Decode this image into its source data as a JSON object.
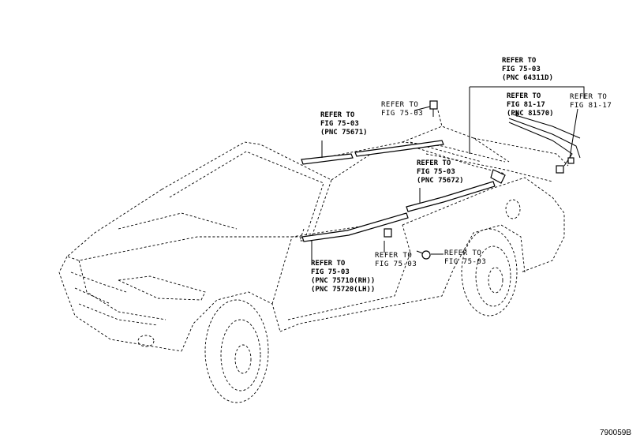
{
  "diagram_code": "790059B",
  "callouts": [
    {
      "id": "c1",
      "lines": [
        "REFER TO",
        "FIG 75-03",
        "(PNC 64311D)"
      ]
    },
    {
      "id": "c2",
      "lines": [
        "REFER TO",
        "FIG 81-17",
        "(PNC 81570)"
      ]
    },
    {
      "id": "c3",
      "lines": [
        "REFER TO",
        "FIG 81-17"
      ]
    },
    {
      "id": "c4",
      "lines": [
        "REFER TO",
        "FIG 75-03"
      ]
    },
    {
      "id": "c5",
      "lines": [
        "REFER TO",
        "FIG 75-03",
        "(PNC 75671)"
      ]
    },
    {
      "id": "c6",
      "lines": [
        "REFER TO",
        "FIG 75-03",
        "(PNC 75672)"
      ]
    },
    {
      "id": "c7",
      "lines": [
        "REFER TO",
        "FIG 75-03",
        "(PNC 75710(RH))",
        "(PNC 75720(LH))"
      ]
    },
    {
      "id": "c8",
      "lines": [
        "REFER TO",
        "FIG 75-03"
      ]
    },
    {
      "id": "c9",
      "lines": [
        "REFER TO",
        "FIG 75-03"
      ]
    }
  ]
}
